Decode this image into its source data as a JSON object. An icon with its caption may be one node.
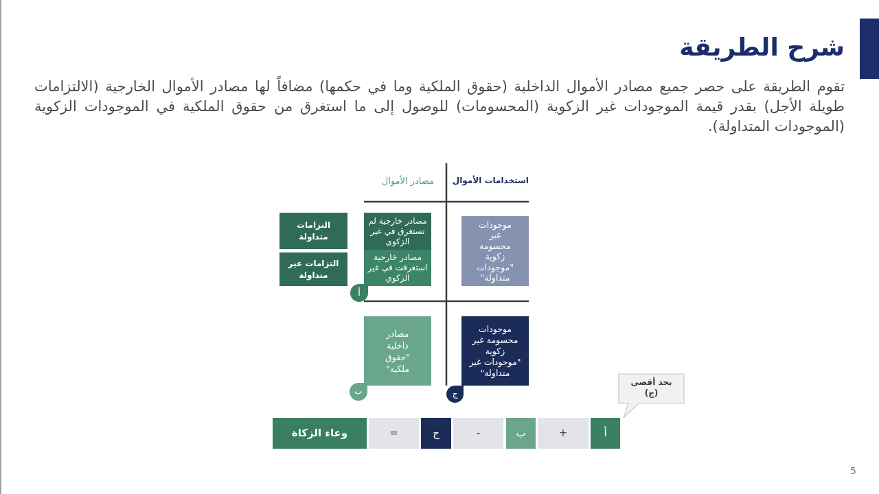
{
  "diagram": {
    "title": "شرح الطريقة",
    "nodes": [
      {
        "text": [
          "موجودات غير محسومة زكوية \"موجودات متداولة\""
        ]
      },
      {
        "text": [
          "مصادر خارجية لم تستغرق في غير الزكوي"
        ]
      },
      {
        "text": [
          "مصادر خارجية استغرقت في غير الزكوي"
        ]
      },
      {
        "text": [
          "التزامات متداولة"
        ]
      },
      {
        "text": [
          "التزامات غير متداولة"
        ]
      },
      {
        "text": [
          "أ"
        ]
      },
      {
        "text": [
          "موجودات محسومة غير زكوية \"موجودات غير متداولة\""
        ]
      },
      {
        "text": [
          "ج"
        ]
      },
      {
        "text": [
          "مصادر داخلية \"حقوق ملكية\""
        ]
      },
      {
        "text": [
          "ب"
        ]
      },
      {
        "text": [
          "بحد أقصى (ج)"
        ]
      },
      {
        "text": [
          "أ"
        ]
      },
      {
        "text": [
          "+"
        ]
      },
      {
        "text": [
          "ب"
        ]
      },
      {
        "text": [
          "-"
        ]
      },
      {
        "text": [
          "ج"
        ]
      },
      {
        "text": [
          "="
        ]
      },
      {
        "text": [
          "وعاء الزكاة"
        ]
      }
    ],
    "labels": [
      "تقوم الطريقة على حصر جميع مصادر الأموال الداخلية (حقوق الملكية وما في حكمها) مضافاً لها مصادر الأموال الخارجية (الالتزامات طويلة الأجل) بقدر قيمة الموجودات غير الزكوية (المحسومات) للوصول إلى ما استغرق من حقوق الملكية في الموجودات الزكوية (الموجودات المتداولة).",
      "استخدامات الأموال",
      "مصادر الأموال",
      "5"
    ]
  }
}
